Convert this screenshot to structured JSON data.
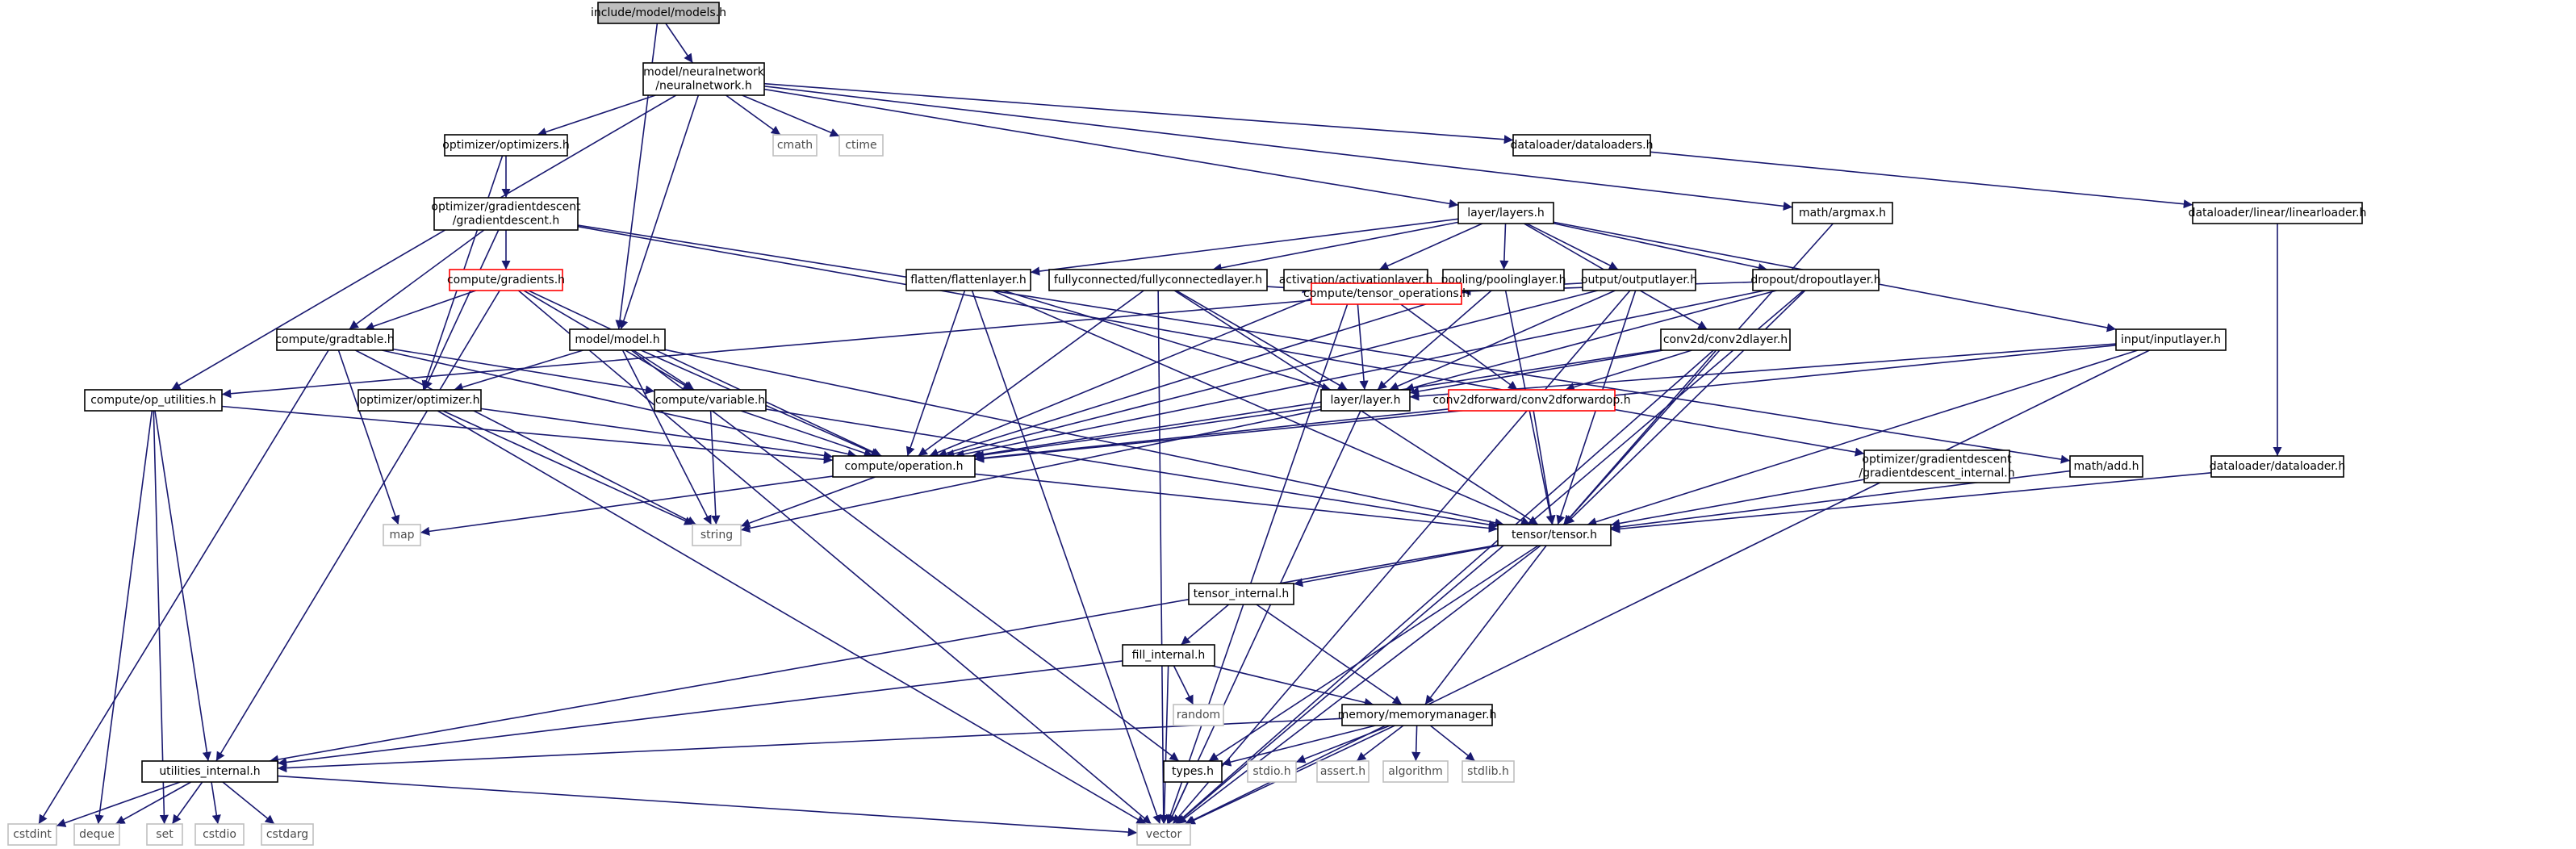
{
  "colors": {
    "edge": "#191970",
    "root_fill": "#bfbfbf",
    "node_border": "#000000",
    "system_border": "#bfbfbf",
    "truncated_border": "#ff0000",
    "text": "#000000",
    "system_text": "#4d4d4d"
  },
  "nodes": [
    {
      "id": "models",
      "kind": "root",
      "lines": [
        "include/model/models.h"
      ]
    },
    {
      "id": "neuralnetwork",
      "kind": "file",
      "lines": [
        "model/neuralnetwork",
        "/neuralnetwork.h"
      ]
    },
    {
      "id": "optimizers",
      "kind": "file",
      "lines": [
        "optimizer/optimizers.h"
      ]
    },
    {
      "id": "cmath",
      "kind": "system",
      "lines": [
        "cmath"
      ]
    },
    {
      "id": "ctime",
      "kind": "system",
      "lines": [
        "ctime"
      ]
    },
    {
      "id": "dataloaders",
      "kind": "file",
      "lines": [
        "dataloader/dataloaders.h"
      ]
    },
    {
      "id": "gradientdescent",
      "kind": "file",
      "lines": [
        "optimizer/gradientdescent",
        "/gradientdescent.h"
      ]
    },
    {
      "id": "layers",
      "kind": "file",
      "lines": [
        "layer/layers.h"
      ]
    },
    {
      "id": "argmax",
      "kind": "file",
      "lines": [
        "math/argmax.h"
      ]
    },
    {
      "id": "linearloader",
      "kind": "file",
      "lines": [
        "dataloader/linear/linearloader.h"
      ]
    },
    {
      "id": "gradients",
      "kind": "truncated",
      "lines": [
        "compute/gradients.h"
      ]
    },
    {
      "id": "flattenlayer",
      "kind": "file",
      "lines": [
        "flatten/flattenlayer.h"
      ]
    },
    {
      "id": "fclayer",
      "kind": "file",
      "lines": [
        "fullyconnected/fullyconnectedlayer.h"
      ]
    },
    {
      "id": "activationlayer",
      "kind": "file",
      "lines": [
        "activation/activationlayer.h"
      ]
    },
    {
      "id": "poolinglayer",
      "kind": "file",
      "lines": [
        "pooling/poolinglayer.h"
      ]
    },
    {
      "id": "outputlayer",
      "kind": "file",
      "lines": [
        "output/outputlayer.h"
      ]
    },
    {
      "id": "dropoutlayer",
      "kind": "file",
      "lines": [
        "dropout/dropoutlayer.h"
      ]
    },
    {
      "id": "gradtable",
      "kind": "file",
      "lines": [
        "compute/gradtable.h"
      ]
    },
    {
      "id": "modelh",
      "kind": "file",
      "lines": [
        "model/model.h"
      ]
    },
    {
      "id": "tensorops",
      "kind": "truncated",
      "lines": [
        "compute/tensor_operations.h"
      ]
    },
    {
      "id": "conv2dlayer",
      "kind": "file",
      "lines": [
        "conv2d/conv2dlayer.h"
      ]
    },
    {
      "id": "inputlayer",
      "kind": "file",
      "lines": [
        "input/inputlayer.h"
      ]
    },
    {
      "id": "oputilities",
      "kind": "file",
      "lines": [
        "compute/op_utilities.h"
      ]
    },
    {
      "id": "optimizer",
      "kind": "file",
      "lines": [
        "optimizer/optimizer.h"
      ]
    },
    {
      "id": "variable",
      "kind": "file",
      "lines": [
        "compute/variable.h"
      ]
    },
    {
      "id": "layerh",
      "kind": "file",
      "lines": [
        "layer/layer.h"
      ]
    },
    {
      "id": "conv2dforwardop",
      "kind": "truncated",
      "lines": [
        "conv2dforward/conv2dforwardop.h"
      ]
    },
    {
      "id": "operation",
      "kind": "file",
      "lines": [
        "compute/operation.h"
      ]
    },
    {
      "id": "gdinternal",
      "kind": "file",
      "lines": [
        "optimizer/gradientdescent",
        "/gradientdescent_internal.h"
      ]
    },
    {
      "id": "add",
      "kind": "file",
      "lines": [
        "math/add.h"
      ]
    },
    {
      "id": "dataloader",
      "kind": "file",
      "lines": [
        "dataloader/dataloader.h"
      ]
    },
    {
      "id": "map",
      "kind": "system",
      "lines": [
        "map"
      ]
    },
    {
      "id": "string",
      "kind": "system",
      "lines": [
        "string"
      ]
    },
    {
      "id": "tensor",
      "kind": "file",
      "lines": [
        "tensor/tensor.h"
      ]
    },
    {
      "id": "tensorinternal",
      "kind": "file",
      "lines": [
        "tensor_internal.h"
      ]
    },
    {
      "id": "fillinternal",
      "kind": "file",
      "lines": [
        "fill_internal.h"
      ]
    },
    {
      "id": "random",
      "kind": "system",
      "lines": [
        "random"
      ]
    },
    {
      "id": "memorymanager",
      "kind": "file",
      "lines": [
        "memory/memorymanager.h"
      ]
    },
    {
      "id": "utilitiesinternal",
      "kind": "file",
      "lines": [
        "utilities_internal.h"
      ]
    },
    {
      "id": "types",
      "kind": "file",
      "lines": [
        "types.h"
      ]
    },
    {
      "id": "stdio",
      "kind": "system",
      "lines": [
        "stdio.h"
      ]
    },
    {
      "id": "assert",
      "kind": "system",
      "lines": [
        "assert.h"
      ]
    },
    {
      "id": "algorithm",
      "kind": "system",
      "lines": [
        "algorithm"
      ]
    },
    {
      "id": "stdlib",
      "kind": "system",
      "lines": [
        "stdlib.h"
      ]
    },
    {
      "id": "cstdint",
      "kind": "system",
      "lines": [
        "cstdint"
      ]
    },
    {
      "id": "deque",
      "kind": "system",
      "lines": [
        "deque"
      ]
    },
    {
      "id": "set",
      "kind": "system",
      "lines": [
        "set"
      ]
    },
    {
      "id": "cstdio",
      "kind": "system",
      "lines": [
        "cstdio"
      ]
    },
    {
      "id": "cstdarg",
      "kind": "system",
      "lines": [
        "cstdarg"
      ]
    },
    {
      "id": "vector",
      "kind": "system",
      "lines": [
        "vector"
      ]
    }
  ],
  "edges": [
    [
      "models",
      "neuralnetwork"
    ],
    [
      "models",
      "modelh"
    ],
    [
      "neuralnetwork",
      "optimizers"
    ],
    [
      "neuralnetwork",
      "cmath"
    ],
    [
      "neuralnetwork",
      "ctime"
    ],
    [
      "neuralnetwork",
      "dataloaders"
    ],
    [
      "neuralnetwork",
      "layers"
    ],
    [
      "neuralnetwork",
      "argmax"
    ],
    [
      "neuralnetwork",
      "modelh"
    ],
    [
      "neuralnetwork",
      "oputilities"
    ],
    [
      "optimizers",
      "gradientdescent"
    ],
    [
      "optimizers",
      "optimizer"
    ],
    [
      "dataloaders",
      "linearloader"
    ],
    [
      "linearloader",
      "dataloader"
    ],
    [
      "argmax",
      "tensor"
    ],
    [
      "gradientdescent",
      "gradients"
    ],
    [
      "gradientdescent",
      "gradtable"
    ],
    [
      "gradientdescent",
      "optimizer"
    ],
    [
      "gradientdescent",
      "gdinternal"
    ],
    [
      "gradientdescent",
      "add"
    ],
    [
      "gradients",
      "gradtable"
    ],
    [
      "gradients",
      "variable"
    ],
    [
      "gradients",
      "operation"
    ],
    [
      "gradients",
      "utilitiesinternal"
    ],
    [
      "gradients",
      "vector"
    ],
    [
      "layers",
      "flattenlayer"
    ],
    [
      "layers",
      "fclayer"
    ],
    [
      "layers",
      "activationlayer"
    ],
    [
      "layers",
      "poolinglayer"
    ],
    [
      "layers",
      "outputlayer"
    ],
    [
      "layers",
      "dropoutlayer"
    ],
    [
      "layers",
      "conv2dlayer"
    ],
    [
      "layers",
      "inputlayer"
    ],
    [
      "flattenlayer",
      "layerh"
    ],
    [
      "flattenlayer",
      "operation"
    ],
    [
      "flattenlayer",
      "tensor"
    ],
    [
      "flattenlayer",
      "vector"
    ],
    [
      "fclayer",
      "layerh"
    ],
    [
      "fclayer",
      "tensorops"
    ],
    [
      "fclayer",
      "operation"
    ],
    [
      "fclayer",
      "tensor"
    ],
    [
      "fclayer",
      "vector"
    ],
    [
      "activationlayer",
      "layerh"
    ],
    [
      "activationlayer",
      "tensorops"
    ],
    [
      "activationlayer",
      "operation"
    ],
    [
      "activationlayer",
      "vector"
    ],
    [
      "poolinglayer",
      "layerh"
    ],
    [
      "poolinglayer",
      "tensorops"
    ],
    [
      "poolinglayer",
      "operation"
    ],
    [
      "poolinglayer",
      "tensor"
    ],
    [
      "outputlayer",
      "layerh"
    ],
    [
      "outputlayer",
      "tensorops"
    ],
    [
      "outputlayer",
      "operation"
    ],
    [
      "outputlayer",
      "tensor"
    ],
    [
      "outputlayer",
      "vector"
    ],
    [
      "dropoutlayer",
      "layerh"
    ],
    [
      "dropoutlayer",
      "tensorops"
    ],
    [
      "dropoutlayer",
      "operation"
    ],
    [
      "dropoutlayer",
      "tensor"
    ],
    [
      "dropoutlayer",
      "vector"
    ],
    [
      "conv2dlayer",
      "layerh"
    ],
    [
      "conv2dlayer",
      "conv2dforwardop"
    ],
    [
      "conv2dlayer",
      "operation"
    ],
    [
      "conv2dlayer",
      "tensor"
    ],
    [
      "conv2dlayer",
      "vector"
    ],
    [
      "inputlayer",
      "layerh"
    ],
    [
      "inputlayer",
      "operation"
    ],
    [
      "inputlayer",
      "tensor"
    ],
    [
      "inputlayer",
      "vector"
    ],
    [
      "gradtable",
      "variable"
    ],
    [
      "gradtable",
      "operation"
    ],
    [
      "gradtable",
      "map"
    ],
    [
      "gradtable",
      "string"
    ],
    [
      "gradtable",
      "cstdint"
    ],
    [
      "modelh",
      "optimizer"
    ],
    [
      "modelh",
      "variable"
    ],
    [
      "modelh",
      "operation"
    ],
    [
      "modelh",
      "tensor"
    ],
    [
      "modelh",
      "string"
    ],
    [
      "modelh",
      "types"
    ],
    [
      "tensorops",
      "conv2dforwardop"
    ],
    [
      "tensorops",
      "oputilities"
    ],
    [
      "oputilities",
      "operation"
    ],
    [
      "oputilities",
      "utilitiesinternal"
    ],
    [
      "oputilities",
      "deque"
    ],
    [
      "oputilities",
      "set"
    ],
    [
      "optimizer",
      "operation"
    ],
    [
      "optimizer",
      "string"
    ],
    [
      "optimizer",
      "vector"
    ],
    [
      "variable",
      "operation"
    ],
    [
      "variable",
      "tensor"
    ],
    [
      "variable",
      "string"
    ],
    [
      "layerh",
      "operation"
    ],
    [
      "layerh",
      "string"
    ],
    [
      "layerh",
      "vector"
    ],
    [
      "conv2dforwardop",
      "operation"
    ],
    [
      "conv2dforwardop",
      "tensor"
    ],
    [
      "operation",
      "tensor"
    ],
    [
      "operation",
      "map"
    ],
    [
      "operation",
      "string"
    ],
    [
      "gdinternal",
      "tensor"
    ],
    [
      "add",
      "tensor"
    ],
    [
      "dataloader",
      "tensor"
    ],
    [
      "tensor",
      "tensorinternal"
    ],
    [
      "tensor",
      "memorymanager"
    ],
    [
      "tensor",
      "types"
    ],
    [
      "tensor",
      "utilitiesinternal"
    ],
    [
      "tensor",
      "vector"
    ],
    [
      "tensorinternal",
      "fillinternal"
    ],
    [
      "tensorinternal",
      "memorymanager"
    ],
    [
      "fillinternal",
      "random"
    ],
    [
      "fillinternal",
      "memorymanager"
    ],
    [
      "fillinternal",
      "utilitiesinternal"
    ],
    [
      "fillinternal",
      "vector"
    ],
    [
      "memorymanager",
      "utilitiesinternal"
    ],
    [
      "memorymanager",
      "types"
    ],
    [
      "memorymanager",
      "stdio"
    ],
    [
      "memorymanager",
      "assert"
    ],
    [
      "memorymanager",
      "algorithm"
    ],
    [
      "memorymanager",
      "stdlib"
    ],
    [
      "memorymanager",
      "vector"
    ],
    [
      "types",
      "vector"
    ],
    [
      "utilitiesinternal",
      "cstdint"
    ],
    [
      "utilitiesinternal",
      "deque"
    ],
    [
      "utilitiesinternal",
      "set"
    ],
    [
      "utilitiesinternal",
      "cstdio"
    ],
    [
      "utilitiesinternal",
      "cstdarg"
    ],
    [
      "utilitiesinternal",
      "vector"
    ]
  ]
}
